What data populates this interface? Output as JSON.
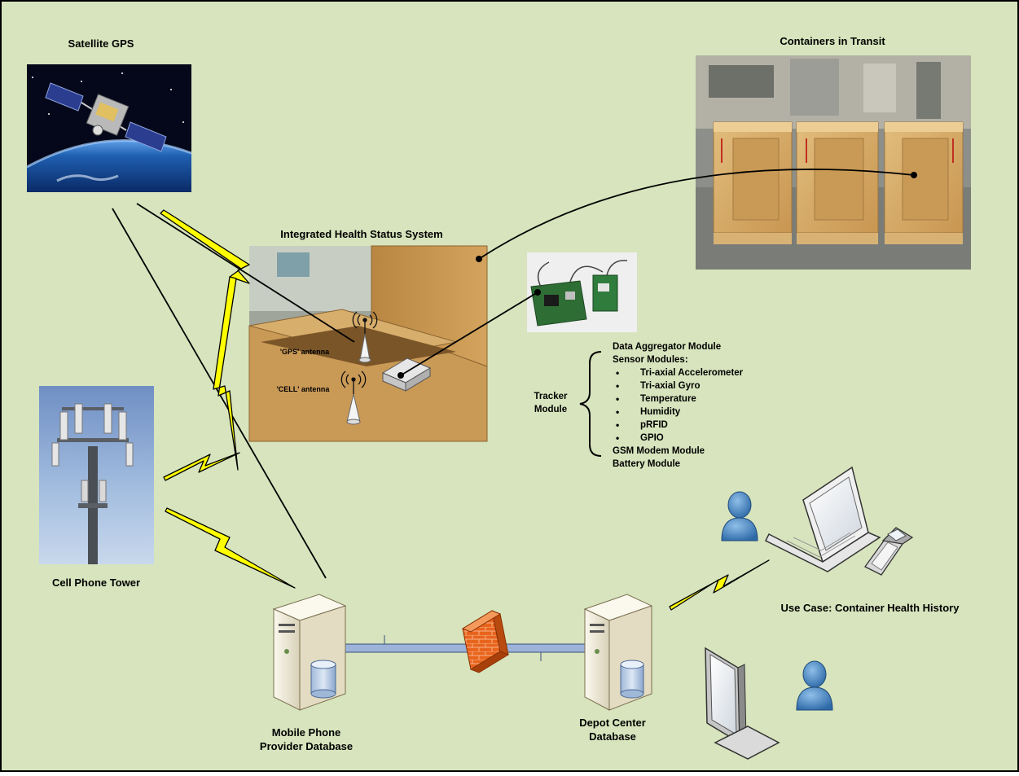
{
  "labels": {
    "satellite": "Satellite GPS",
    "containers": "Containers in Transit",
    "ihss": "Integrated Health Status System",
    "gps_antenna": "'GPS' antenna",
    "cell_antenna": "'CELL' antenna",
    "tracker_line1": "Tracker",
    "tracker_line2": "Module",
    "cell_tower": "Cell Phone Tower",
    "use_case": "Use Case: Container Health History",
    "mobile_db_line1": "Mobile Phone",
    "mobile_db_line2": "Provider Database",
    "depot_db_line1": "Depot Center",
    "depot_db_line2": "Database"
  },
  "tracker_modules": {
    "aggregator": "Data Aggregator Module",
    "sensors_heading": "Sensor Modules:",
    "sensors": [
      "Tri-axial Accelerometer",
      "Tri-axial Gyro",
      "Temperature",
      "Humidity",
      "pRFID",
      "GPIO"
    ],
    "gsm": "GSM Modem Module",
    "battery": "Battery Module"
  },
  "colors": {
    "background": "#d7e4bd",
    "border": "#000000",
    "lightning": "#ffff00",
    "network_line": "#9db3d9",
    "firewall": "#e8641c",
    "server_body": "#f0ebd9",
    "user_icon": "#3f7fc0"
  }
}
